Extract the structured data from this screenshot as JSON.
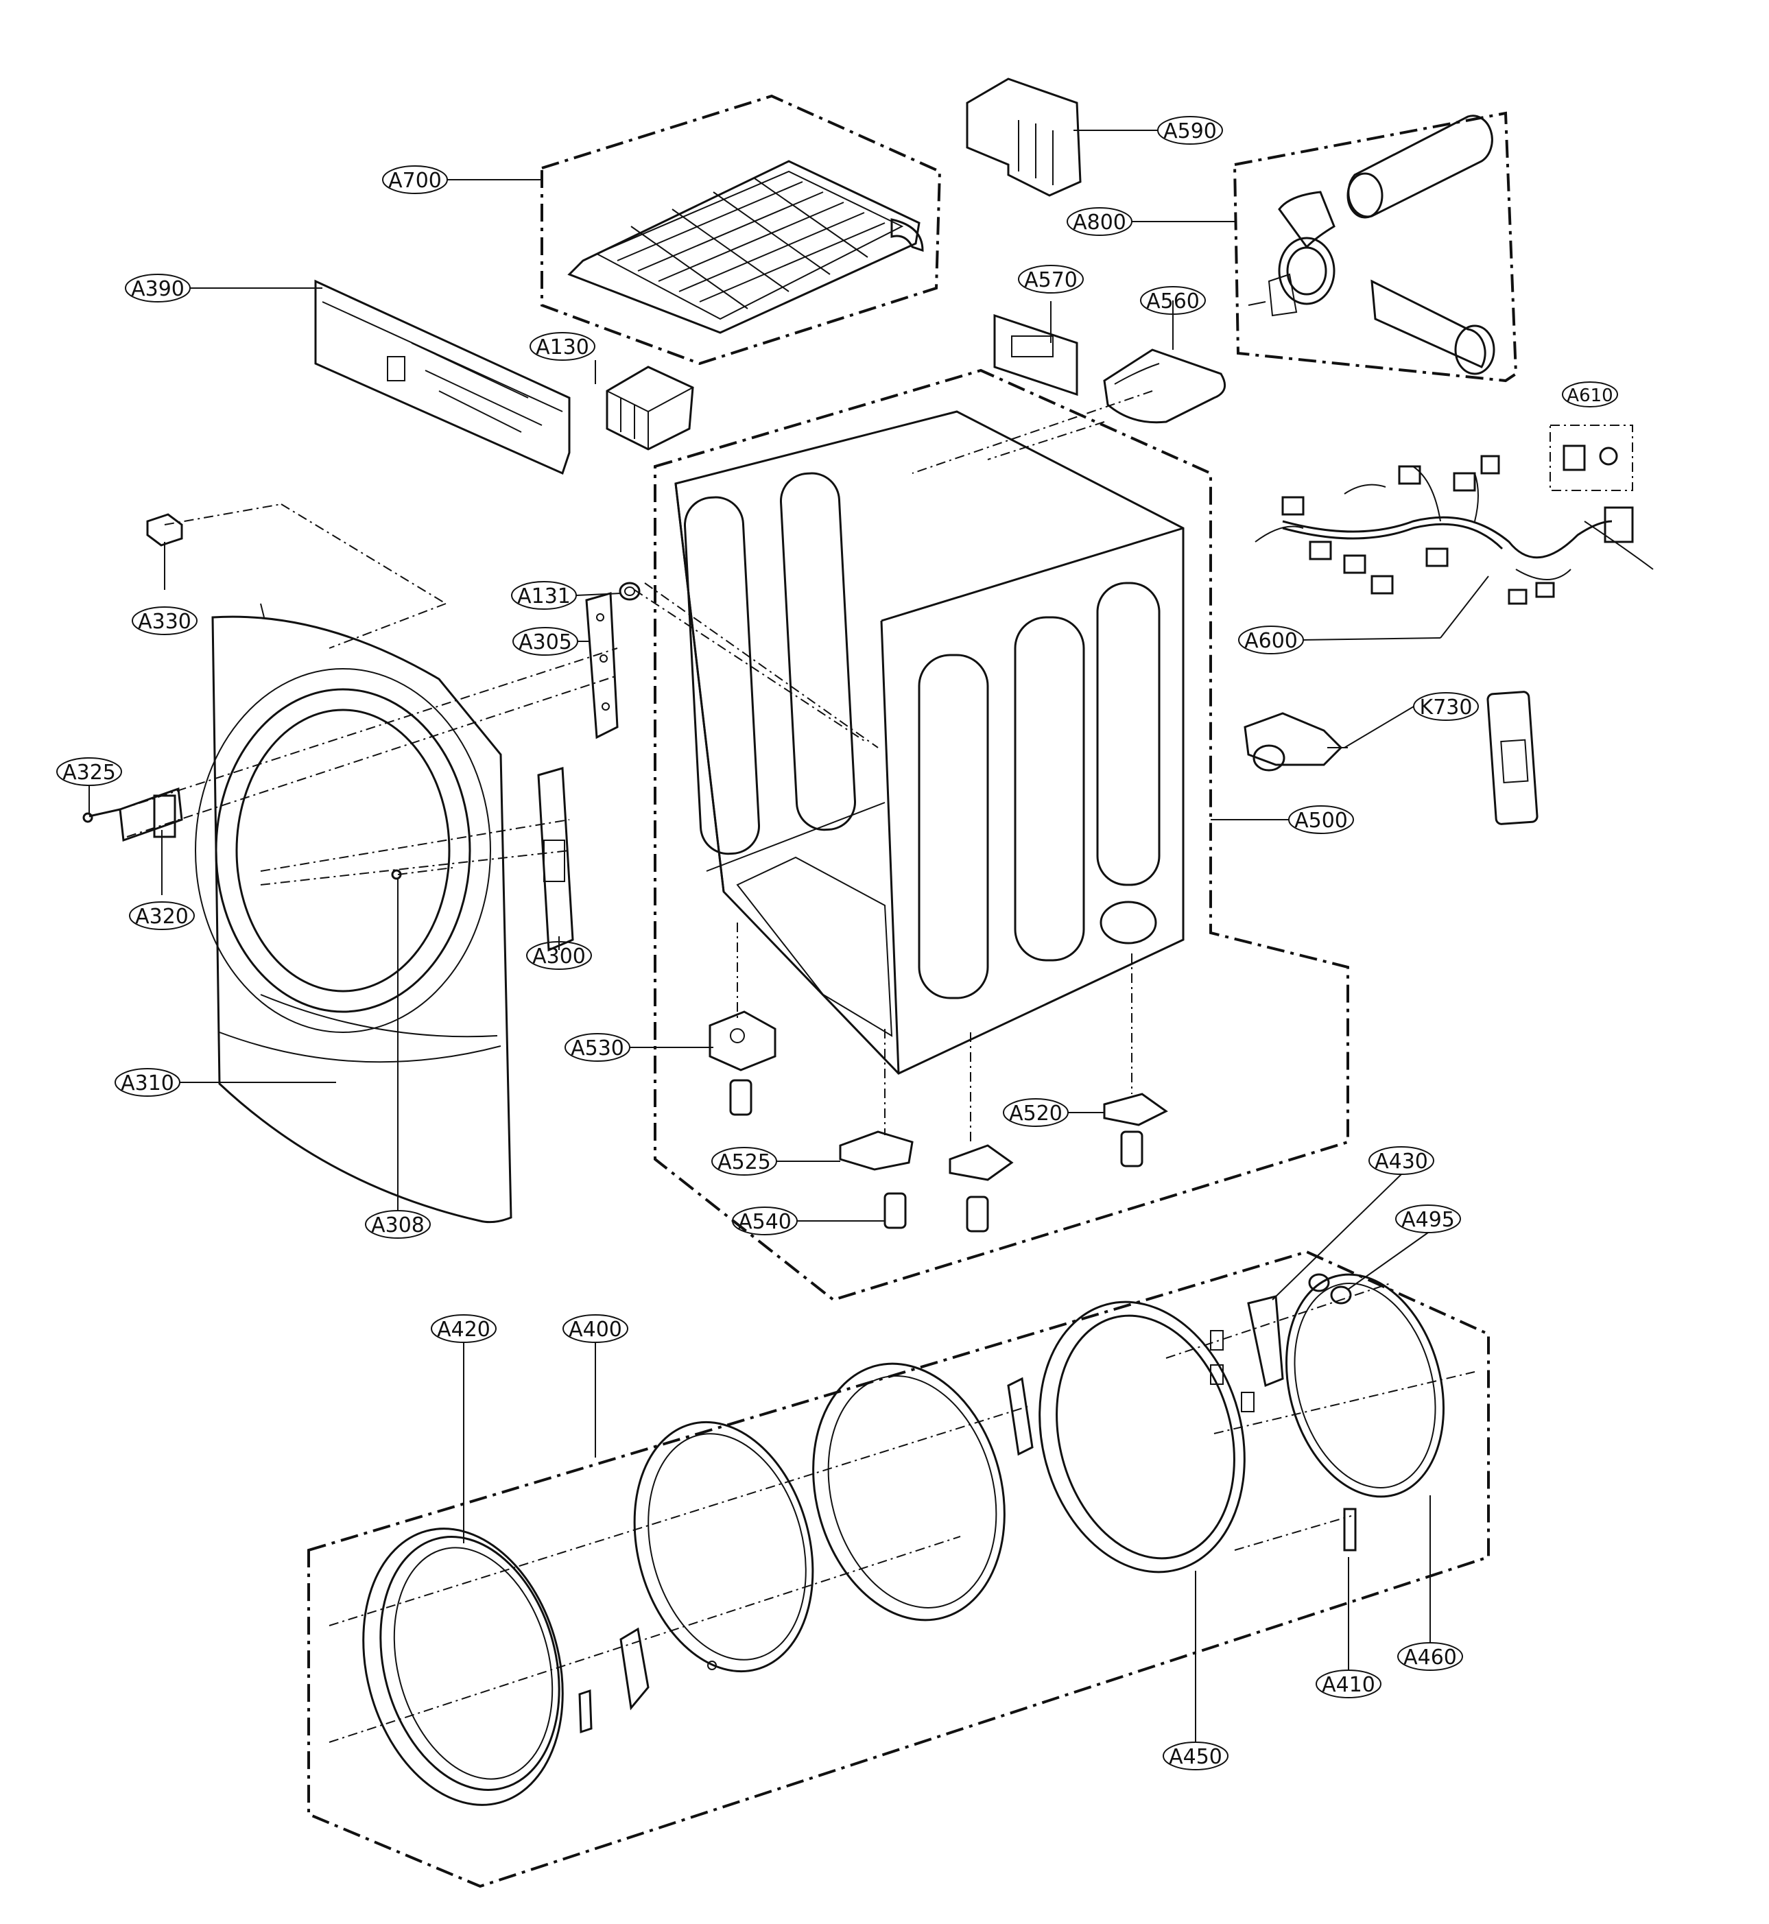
{
  "labels": [
    {
      "id": "A700",
      "text": "A700"
    },
    {
      "id": "A590",
      "text": "A590"
    },
    {
      "id": "A800",
      "text": "A800"
    },
    {
      "id": "A390",
      "text": "A390"
    },
    {
      "id": "A570",
      "text": "A570"
    },
    {
      "id": "A560",
      "text": "A560"
    },
    {
      "id": "A130",
      "text": "A130"
    },
    {
      "id": "A610",
      "text": "A610"
    },
    {
      "id": "A330",
      "text": "A330"
    },
    {
      "id": "A131",
      "text": "A131"
    },
    {
      "id": "A305",
      "text": "A305"
    },
    {
      "id": "A600",
      "text": "A600"
    },
    {
      "id": "K730",
      "text": "K730"
    },
    {
      "id": "A325",
      "text": "A325"
    },
    {
      "id": "A500",
      "text": "A500"
    },
    {
      "id": "A320",
      "text": "A320"
    },
    {
      "id": "A300",
      "text": "A300"
    },
    {
      "id": "A530",
      "text": "A530"
    },
    {
      "id": "A310",
      "text": "A310"
    },
    {
      "id": "A520",
      "text": "A520"
    },
    {
      "id": "A525",
      "text": "A525"
    },
    {
      "id": "A430",
      "text": "A430"
    },
    {
      "id": "A540",
      "text": "A540"
    },
    {
      "id": "A308",
      "text": "A308"
    },
    {
      "id": "A495",
      "text": "A495"
    },
    {
      "id": "A420",
      "text": "A420"
    },
    {
      "id": "A400",
      "text": "A400"
    },
    {
      "id": "A410",
      "text": "A410"
    },
    {
      "id": "A460",
      "text": "A460"
    },
    {
      "id": "A450",
      "text": "A450"
    }
  ]
}
